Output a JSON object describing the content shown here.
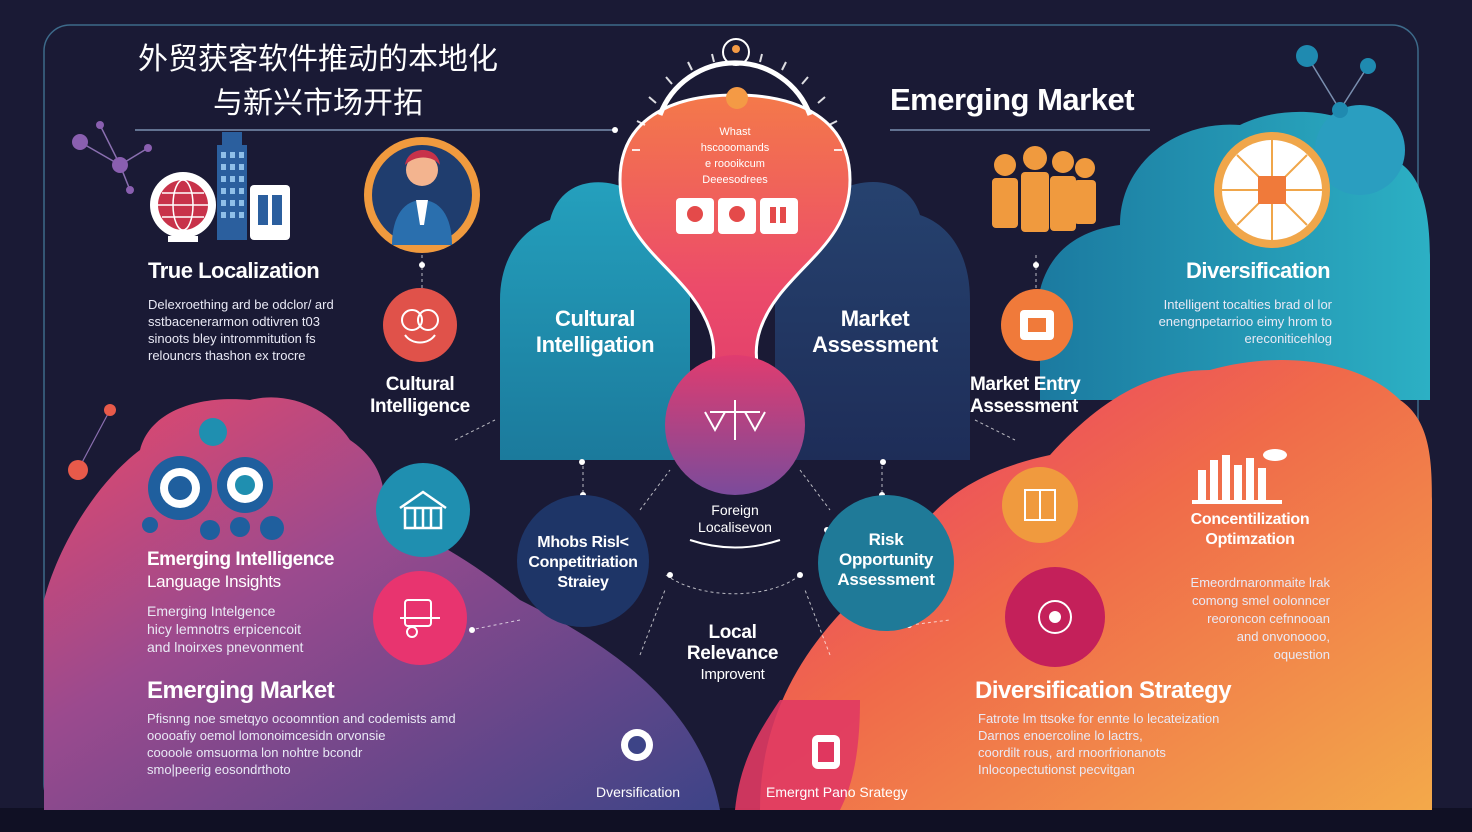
{
  "title": {
    "line1": "外贸获客软件推动的本地化",
    "line2": "与新兴市场开拓"
  },
  "header_right": "Emerging Market",
  "center_top_text": [
    "Whast",
    "hscooomands",
    "e roooikcum",
    "Deeesodrees"
  ],
  "center_left": "Cultural Intelligation",
  "center_right": "Market Assessment",
  "true_localization": {
    "title": "True Localization",
    "body": [
      "Delexroething ard be odclor/ ard",
      "sstbacenerarmon odtivren t03",
      "sinoots bley intrommitution fs",
      "relouncrs thashon ex trocre"
    ]
  },
  "cultural_intelligence_label": "Cultural Intelligence",
  "market_entry_label": "Market Entry Assessment",
  "diversification": {
    "title": "Diversification",
    "body": [
      "Intelligent tocalties brad ol lor",
      "enengnpetarrioo eimy hrom to",
      "ereconiticehlog"
    ]
  },
  "emerging_intelligence": {
    "title": "Emerging Intelligence",
    "subtitle": "Language Insights",
    "body": [
      "Emerging Intelgence",
      "hicy lemnotrs erpicencoit",
      "and lnoirxes pnevonment"
    ]
  },
  "emerging_market_lower": {
    "title": "Emerging Market",
    "body": [
      "Pfisnng noe smetqyo ocoomntion and codemists amd",
      "ooooafiy oemol lomonoimcesidn orvonsie",
      "coooole omsuorma lon nohtre bcondr",
      "smo|peerig eosondrthoto"
    ]
  },
  "center_nodes": {
    "left_circle": [
      "Mhobs Risl<",
      "Conpetitriation",
      "Straiey"
    ],
    "center_label": [
      "Foreign",
      "Localisevon"
    ],
    "right_circle": [
      "Risk",
      "Opportunity",
      "Assessment"
    ],
    "bottom_label": [
      "Local",
      "Relevance",
      "Improvent"
    ]
  },
  "concentration": {
    "title": [
      "Concentilization",
      "Optimzation"
    ],
    "body": [
      "Emeordrnaronmaite lrak",
      "comong smel oolonncer",
      "reoroncon cefnnooan",
      "and onvonoooo,",
      "oquestion"
    ]
  },
  "diversification_strategy": {
    "title": "Diversification Strategy",
    "body": [
      "Fatrote lm ttsoke for ennte lo lecateization",
      "Darnos enoercoline lo lactrs,",
      "coordilt rous, ard rnoorfrionanots",
      "Inlocopectutionst pecvitgan"
    ]
  },
  "bottom_labels": {
    "left": "Dversification",
    "right": "Emergnt Pano Srategy"
  },
  "colors": {
    "background": "#1a1a35",
    "teal": "#1e8fb0",
    "magenta": "#e8366f",
    "orange": "#f19a3e",
    "purple": "#6f4a9d",
    "navy": "#1f2f63"
  },
  "icons": [
    "globe-icon",
    "skyscraper-icon",
    "businessman-icon",
    "brain-icon",
    "team-icon",
    "compass-wheel-icon",
    "handshake-icon",
    "house-icon",
    "scale-icon",
    "gears-icon",
    "bar-chart-icon",
    "box-icon",
    "checklist-icon",
    "coin-icon",
    "stopwatch-icon",
    "target-icon",
    "person-box-icon"
  ]
}
